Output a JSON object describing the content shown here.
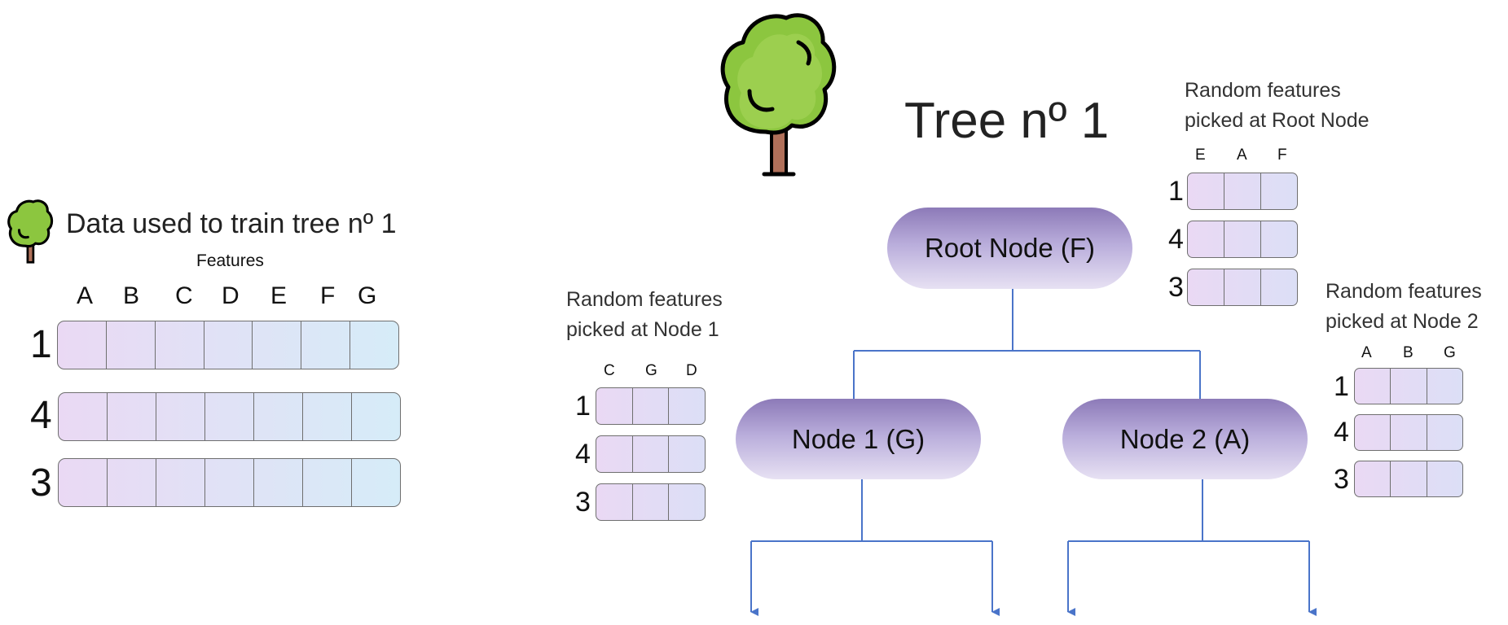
{
  "title": "Tree nº 1",
  "data_table": {
    "heading": "Data used to train tree nº 1",
    "features_label": "Features",
    "columns": [
      "A",
      "B",
      "C",
      "D",
      "E",
      "F",
      "G"
    ],
    "rows": [
      "1",
      "4",
      "3"
    ]
  },
  "root_features": {
    "caption_line1": "Random features",
    "caption_line2": "picked at Root Node",
    "columns": [
      "E",
      "A",
      "F"
    ],
    "rows": [
      "1",
      "4",
      "3"
    ]
  },
  "node1_features": {
    "caption_line1": "Random features",
    "caption_line2": "picked at Node 1",
    "columns": [
      "C",
      "G",
      "D"
    ],
    "rows": [
      "1",
      "4",
      "3"
    ]
  },
  "node2_features": {
    "caption_line1": "Random features",
    "caption_line2": "picked at Node 2",
    "columns": [
      "A",
      "B",
      "G"
    ],
    "rows": [
      "1",
      "4",
      "3"
    ]
  },
  "nodes": {
    "root": "Root Node (F)",
    "node1": "Node 1 (G)",
    "node2": "Node 2 (A)"
  },
  "colors": {
    "edge": "#4a74c9",
    "node_top": "#8c7ab8",
    "node_bottom": "#e7e1f3",
    "tree_leaf": "#8cc63f",
    "tree_trunk": "#b0705a"
  }
}
